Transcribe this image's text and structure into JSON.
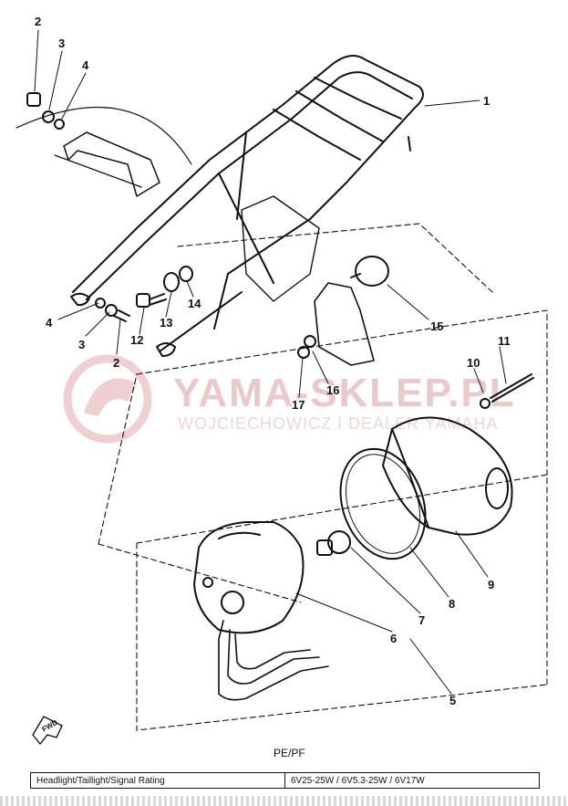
{
  "watermark": {
    "brand": "YAMA-SKLEP.PL",
    "sub": "WOJCIECHOWICZ I DEALER YAMAHA",
    "color": "#e9c9c9"
  },
  "callouts": [
    "1",
    "2",
    "3",
    "4",
    "4",
    "3",
    "2",
    "12",
    "13",
    "14",
    "15",
    "16",
    "17",
    "10",
    "11",
    "9",
    "8",
    "7",
    "6",
    "5"
  ],
  "fwd_label": "FWD",
  "model_label": "PE/PF",
  "rating": {
    "label": "Headlight/Taillight/Signal Rating",
    "value": "6V25-25W / 6V5.3-25W / 6V17W"
  }
}
